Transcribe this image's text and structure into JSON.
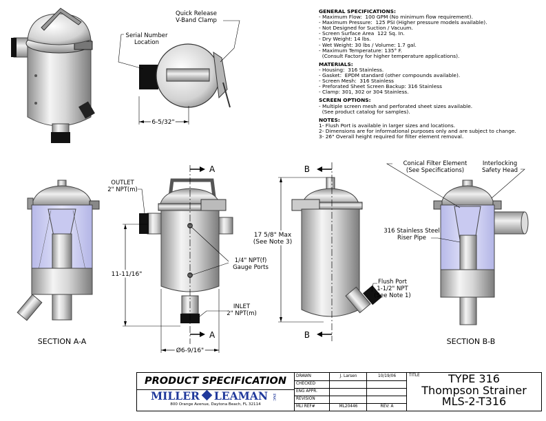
{
  "labels": {
    "quick_release": "Quick Release",
    "vband_clamp": "V-Band Clamp",
    "serial_number": "Serial Number",
    "location": "Location",
    "dim_top_width": "6-5/32\"",
    "section_a": "A",
    "section_b": "B",
    "outlet": "OUTLET",
    "outlet_npt": "2\" NPT(m)",
    "gauge_ports_size": "1/4\" NPT(f)",
    "gauge_ports": "Gauge Ports",
    "dim_height": "11-11/16\"",
    "dim_overall": "17 5/8\" Max",
    "see_note_3": "(See Note 3)",
    "inlet": "INLET",
    "inlet_npt": "2\" NPT(m)",
    "dim_diameter": "Ø6-9/16\"",
    "flush_port": "Flush Port",
    "flush_npt": "1-1/2\" NPT",
    "see_note_1": "(See Note 1)",
    "conical_filter": "Conical Filter Element",
    "see_specs": "(See Specifications)",
    "interlocking": "Interlocking",
    "safety_head": "Safety Head",
    "riser_1": "316 Stainless Steel",
    "riser_2": "Riser Pipe",
    "section_aa": "SECTION A-A",
    "section_bb": "SECTION B-B"
  },
  "specs": {
    "general_title": "GENERAL SPECIFICATIONS:",
    "general": [
      "- Maximum Flow:  100 GPM (No minimum flow requirement).",
      "- Maximum Pressure:  125 PSI (Higher pressure models available).",
      "- Not Designed for Suction / Vacuum.",
      "- Screen Surface Area  122 Sq. In.",
      "- Dry Weight: 14 lbs.",
      "- Wet Weight: 30 lbs / Volume: 1.7 gal.",
      "- Maximum Temperature: 135° F.",
      "  (Consult Factory for higher temperature applications)."
    ],
    "materials_title": "MATERIALS:",
    "materials": [
      "- Housing:  316 Stainless.",
      "- Gasket:  EPDM standard (other compounds available).",
      "- Screen Mesh:  316 Stainless",
      "- Preforated Sheet Screen Backup: 316 Stainless",
      "- Clamp: 301, 302 or 304 Stainless."
    ],
    "screen_title": "SCREEN OPTIONS:",
    "screen": [
      "- Multiple screen mesh and perforated sheet sizes available.",
      "  (See product catalog for samples)."
    ],
    "notes_title": "NOTES:",
    "notes": [
      "1- Flush Port is available in larger sizes and locations.",
      "2- Dimensions are for informational purposes only and are subject to change.",
      "3- 26\" Overall height required for filter element removal."
    ]
  },
  "title_block": {
    "heading": "PRODUCT SPECIFICATION",
    "company_left": "MILLER",
    "company_right": "LEAMAN",
    "company_suffix": "INC",
    "address": "800 Orange Avenue, Daytona Beach, FL 32114",
    "drawn_label": "DRAWN",
    "drawn_by": "J. Larsen",
    "drawn_date": "10/19/06",
    "checked_label": "CHECKED",
    "eng_label": "ENG APPR.",
    "revision_label": "REVISION",
    "ref_label": "MLI REF#",
    "ref_value": "ML20446",
    "rev_label": "REV:",
    "rev_value": "A",
    "title_label": "TITLE",
    "title_1": "TYPE 316",
    "title_2": "Thompson Strainer",
    "title_3": "MLS-2-T316"
  }
}
